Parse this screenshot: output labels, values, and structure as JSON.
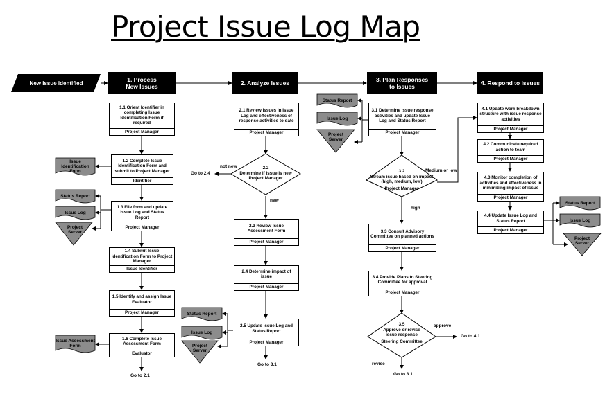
{
  "title": "Project Issue Log Map",
  "start": "New issue identified",
  "headers": [
    "1.  Process\nNew Issues",
    "2. Analyze Issues",
    "3. Plan Responses\nto Issues",
    "4. Respond to Issues"
  ],
  "col1": [
    {
      "text": "1.1 Orient Identifier in completing Issue Identification Form if required",
      "role": "Project Manager"
    },
    {
      "text": "1.2  Complete Issue Identification Form  and submit to Project Manager",
      "role": "Identifier"
    },
    {
      "text": "1.3  File form and update Issue Log and Status Report",
      "role": "Project Manager"
    },
    {
      "text": "1.4 Submit Issue Identification Form to Project Manager",
      "role": "Issue Identifier"
    },
    {
      "text": "1.5 Identify and assign Issue Evaluator",
      "role": "Project Manager"
    },
    {
      "text": "1.6 Complete Issue Assessment Form",
      "role": "Evaluator"
    }
  ],
  "col2": [
    {
      "text": "2.1  Review issues in Issue Log and effectiveness of response activities to date",
      "role": "Project Manager"
    },
    {
      "text": "2.3  Review Issue Assessment Form",
      "role": "Project Manager"
    },
    {
      "text": "2.4  Determine impact of issue",
      "role": "Project Manager"
    },
    {
      "text": "2.5 Update Issue Log and Status Report",
      "role": "Project Manager"
    }
  ],
  "d22": {
    "num": "2.2",
    "text": "Determine if  issue is new",
    "role": "Project  Manager"
  },
  "col3": [
    {
      "text": "3.1 Determine issue response activities and update Issue Log and Status Report",
      "role": "Project Manager"
    },
    {
      "text": "3.3 Consult Advisory Committee on planned actions",
      "role": "Project Manager"
    },
    {
      "text": "3.4 Provide Plans to Steering Committee  for approval",
      "role": "Project Manager"
    }
  ],
  "d32": {
    "num": "3.2",
    "text": "Stream issue based on impact (high, medium, low)",
    "role": "Project Manager"
  },
  "d35": {
    "num": "3.5",
    "text": "Approve or revise issue response",
    "role": "Steering Committee"
  },
  "col4": [
    {
      "text": "4.1 Update work breakdown structure with issue response activities",
      "role": "Project Manager"
    },
    {
      "text": "4.2 Communicate required action to team",
      "role": "Project Manager"
    },
    {
      "text": "4.3 Monitor completion of activities and effectiveness in minimizing impact of issue",
      "role": "Project Manager"
    },
    {
      "text": "4.4 Update Issue Log and Status Report",
      "role": "Project Manager"
    }
  ],
  "docs": {
    "issue_id_form": "Issue Identification Form",
    "issue_assess_form": "Issue Assessment Form",
    "status_report": "Status Report",
    "issue_log": "Issue Log",
    "project_server": "Project Server"
  },
  "labels": {
    "goto24": "Go to 2.4",
    "goto21": "Go to 2.1",
    "goto31a": "Go to 3.1",
    "goto31b": "Go to 3.1",
    "goto41": "Go to 4.1",
    "not_new": "not new",
    "new": "new",
    "medium_low": "Medium or low",
    "high": "high",
    "approve": "approve",
    "revise": "revise"
  },
  "colors": {
    "header_bg": "#000000",
    "doc_fill": "#8c8c8c",
    "line": "#000000"
  }
}
